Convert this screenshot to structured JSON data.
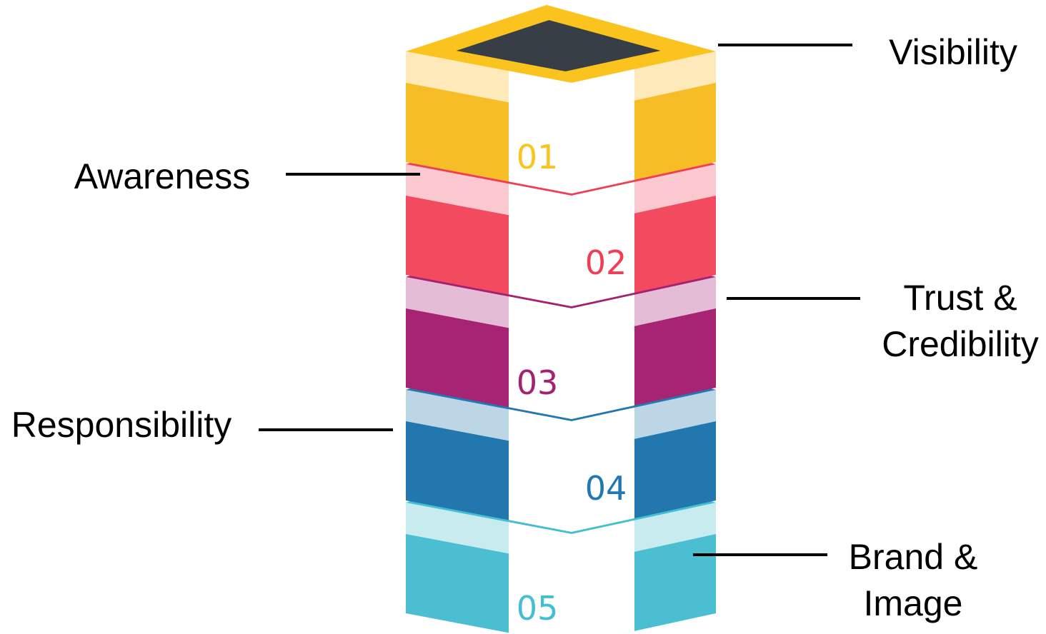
{
  "diagram": {
    "tower_colors": {
      "top_inner": "#373e46",
      "stripe": "#ffffff"
    },
    "blocks": [
      {
        "number": "01",
        "dark": "#f6bd26",
        "light": "#fde9b9",
        "rim": "#fbc31d"
      },
      {
        "number": "02",
        "dark": "#f24b60",
        "light": "#fbc8cf",
        "rim": "#ef3e55"
      },
      {
        "number": "03",
        "dark": "#a72474",
        "light": "#e4bcd6",
        "rim": "#a32272"
      },
      {
        "number": "04",
        "dark": "#2278ae",
        "light": "#bcd6e6",
        "rim": "#2079b2"
      },
      {
        "number": "05",
        "dark": "#4bbfd1",
        "light": "#c8ebf0",
        "rim": "#42bfd2"
      }
    ],
    "labels": [
      {
        "lines": [
          "Visibility"
        ],
        "block": "01"
      },
      {
        "lines": [
          "Awareness"
        ],
        "block": "02"
      },
      {
        "lines": [
          "Trust &",
          "Credibility"
        ],
        "block": "03"
      },
      {
        "lines": [
          "Responsibility"
        ],
        "block": "04"
      },
      {
        "lines": [
          "Brand &",
          "Image"
        ],
        "block": "05"
      }
    ]
  }
}
